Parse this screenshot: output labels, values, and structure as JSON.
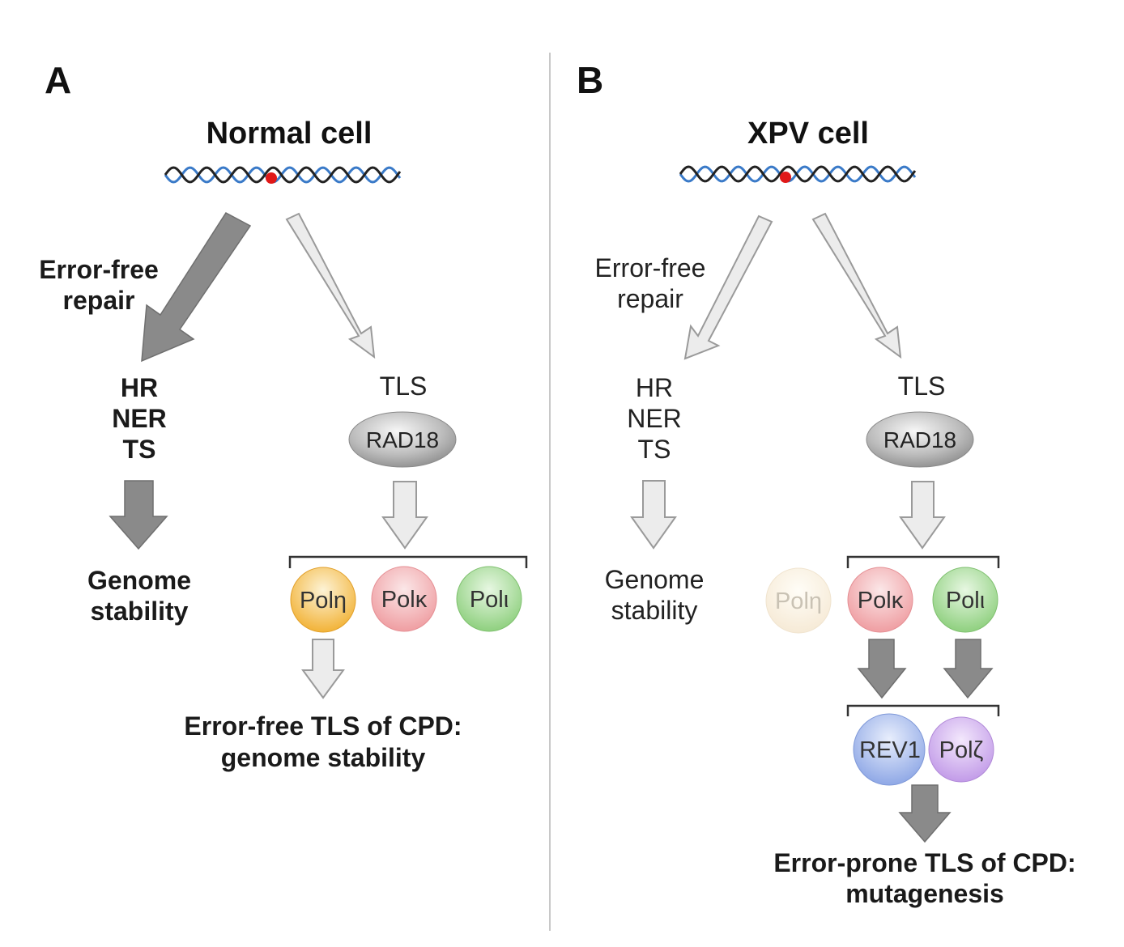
{
  "panel_a": {
    "letter": "A",
    "title": "Normal cell",
    "repair_label_line1": "Error-free",
    "repair_label_line2": "repair",
    "pathways": [
      "HR",
      "NER",
      "TS"
    ],
    "outcome_line1": "Genome",
    "outcome_line2": "stability",
    "tls_label": "TLS",
    "rad18": "RAD18",
    "polymerases": [
      "Polη",
      "Polκ",
      "Polι"
    ],
    "result_line1": "Error-free TLS of CPD:",
    "result_line2": "genome stability"
  },
  "panel_b": {
    "letter": "B",
    "title": "XPV cell",
    "repair_label_line1": "Error-free",
    "repair_label_line2": "repair",
    "pathways": [
      "HR",
      "NER",
      "TS"
    ],
    "outcome_line1": "Genome",
    "outcome_line2": "stability",
    "tls_label": "TLS",
    "rad18": "RAD18",
    "polymerases": [
      "Polη",
      "Polκ",
      "Polι"
    ],
    "extender": [
      "REV1",
      "Polζ"
    ],
    "result_line1": "Error-prone TLS of CPD:",
    "result_line2": "mutagenesis"
  },
  "colors": {
    "dark_arrow": "#8a8a8a",
    "light_arrow": "#ececec",
    "pol_eta": "#f2b338",
    "pol_kappa": "#ef9ea2",
    "pol_iota": "#8fd07f",
    "rev1": "#8fa8e6",
    "pol_zeta": "#c29be8",
    "lesion": "#e01818",
    "dna_blue": "#3a7ac8",
    "dna_dark": "#222222"
  }
}
